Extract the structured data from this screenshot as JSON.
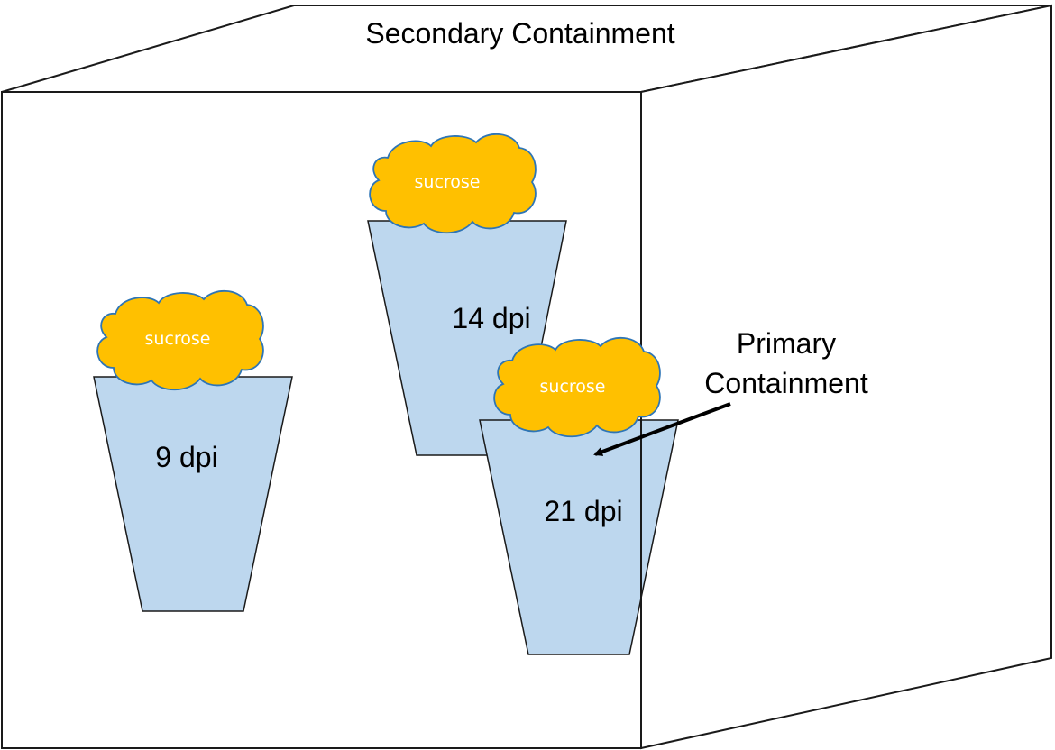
{
  "diagram": {
    "secondary_label": "Secondary Containment",
    "primary_label_line1": "Primary",
    "primary_label_line2": "Containment",
    "pots": [
      {
        "time_label": "9 dpi",
        "cloud_label": "sucrose"
      },
      {
        "time_label": "14 dpi",
        "cloud_label": "sucrose"
      },
      {
        "time_label": "21 dpi",
        "cloud_label": "sucrose"
      }
    ],
    "colors": {
      "pot_fill": "#bdd7ee",
      "cloud_fill": "#ffc000",
      "cloud_stroke": "#2e75b6",
      "outline": "#1a1a1a"
    }
  }
}
